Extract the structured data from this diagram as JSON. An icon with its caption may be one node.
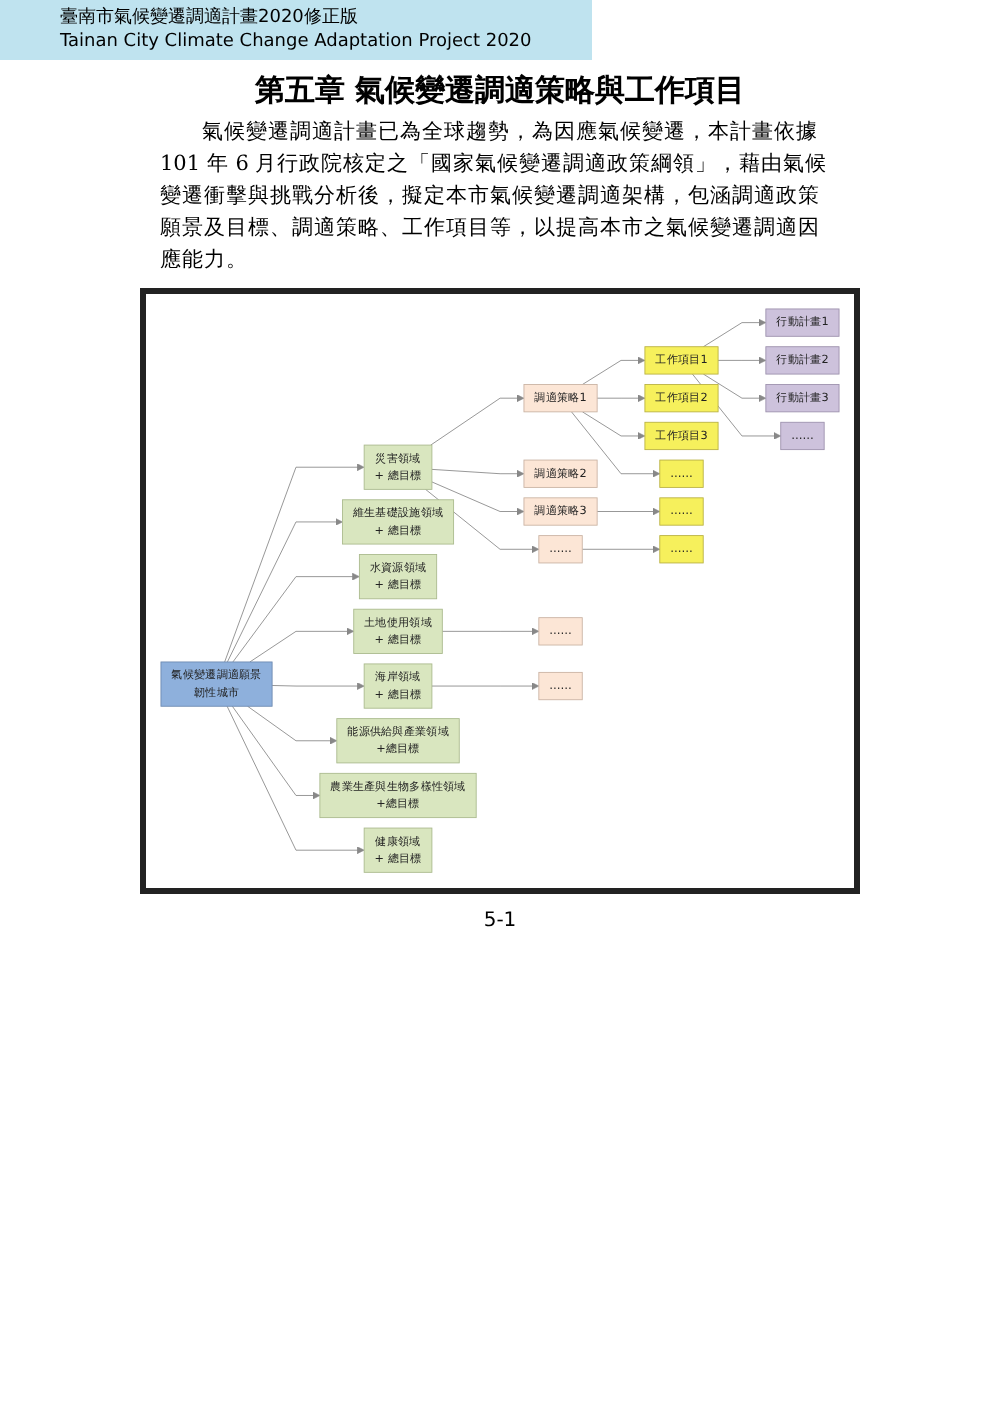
{
  "diagram": {
    "title": "第五章 氣候變遷調適策略與工作項目",
    "nodes": [
      {
        "text": [
          "氣候變遷調適願景",
          "韌性城市"
        ]
      },
      {
        "text": [
          "災害領域",
          "+ 總目標"
        ]
      },
      {
        "text": [
          "維生基礎設施領域",
          "+ 總目標"
        ]
      },
      {
        "text": [
          "水資源領域",
          "+ 總目標"
        ]
      },
      {
        "text": [
          "土地使用領域",
          "+ 總目標"
        ]
      },
      {
        "text": [
          "海岸領域",
          "+ 總目標"
        ]
      },
      {
        "text": [
          "能源供給與產業領域",
          "+總目標"
        ]
      },
      {
        "text": [
          "農業生產與生物多樣性領域",
          "+總目標"
        ]
      },
      {
        "text": [
          "健康領域",
          "+ 總目標"
        ]
      },
      {
        "text": [
          "調適策略1"
        ]
      },
      {
        "text": [
          "調適策略2"
        ]
      },
      {
        "text": [
          "調適策略3"
        ]
      },
      {
        "text": [
          "……"
        ]
      },
      {
        "text": [
          "工作項目1"
        ]
      },
      {
        "text": [
          "工作項目2"
        ]
      },
      {
        "text": [
          "工作項目3"
        ]
      },
      {
        "text": [
          "……"
        ]
      },
      {
        "text": [
          "……"
        ]
      },
      {
        "text": [
          "……"
        ]
      },
      {
        "text": [
          "行動計畫1"
        ]
      },
      {
        "text": [
          "行動計畫2"
        ]
      },
      {
        "text": [
          "行動計畫3"
        ]
      },
      {
        "text": [
          "……"
        ]
      },
      {
        "text": [
          "……"
        ]
      },
      {
        "text": [
          "……"
        ]
      }
    ],
    "edges": [
      {
        "from": 0,
        "to": 1,
        "arrow": "to"
      },
      {
        "from": 0,
        "to": 2,
        "arrow": "to"
      },
      {
        "from": 0,
        "to": 3,
        "arrow": "to"
      },
      {
        "from": 0,
        "to": 4,
        "arrow": "to"
      },
      {
        "from": 0,
        "to": 5,
        "arrow": "to"
      },
      {
        "from": 0,
        "to": 6,
        "arrow": "to"
      },
      {
        "from": 0,
        "to": 7,
        "arrow": "to"
      },
      {
        "from": 0,
        "to": 8,
        "arrow": "to"
      },
      {
        "from": 1,
        "to": 9,
        "arrow": "to"
      },
      {
        "from": 1,
        "to": 10,
        "arrow": "to"
      },
      {
        "from": 1,
        "to": 11,
        "arrow": "to"
      },
      {
        "from": 1,
        "to": 12,
        "arrow": "to"
      },
      {
        "from": 9,
        "to": 13,
        "arrow": "to"
      },
      {
        "from": 9,
        "to": 14,
        "arrow": "to"
      },
      {
        "from": 9,
        "to": 15,
        "arrow": "to"
      },
      {
        "from": 9,
        "to": 16,
        "arrow": "to"
      },
      {
        "from": 11,
        "to": 17,
        "arrow": "to"
      },
      {
        "from": 12,
        "to": 18,
        "arrow": "to"
      },
      {
        "from": 13,
        "to": 19,
        "arrow": "to"
      },
      {
        "from": 13,
        "to": 20,
        "arrow": "to"
      },
      {
        "from": 13,
        "to": 21,
        "arrow": "to"
      },
      {
        "from": 13,
        "to": 22,
        "arrow": "to"
      },
      {
        "from": 4,
        "to": 23,
        "arrow": "to"
      },
      {
        "from": 5,
        "to": 24,
        "arrow": "to"
      }
    ],
    "labels": [
      "臺南市氣候變遷調適計畫2020修正版",
      "Tainan City Climate Change Adaptation Project 2020",
      "氣候變遷調適計畫已為全球趨勢，為因應氣候變遷，本計畫依據101 年 6 月行政院核定之「國家氣候變遷調適政策綱領」，藉由氣候變遷衝擊與挑戰分析後，擬定本市氣候變遷調適架構，包涵調適政策願景及目標、調適策略、工作項目等，以提高本市之氣候變遷調適因應能力。",
      "5-1"
    ]
  }
}
